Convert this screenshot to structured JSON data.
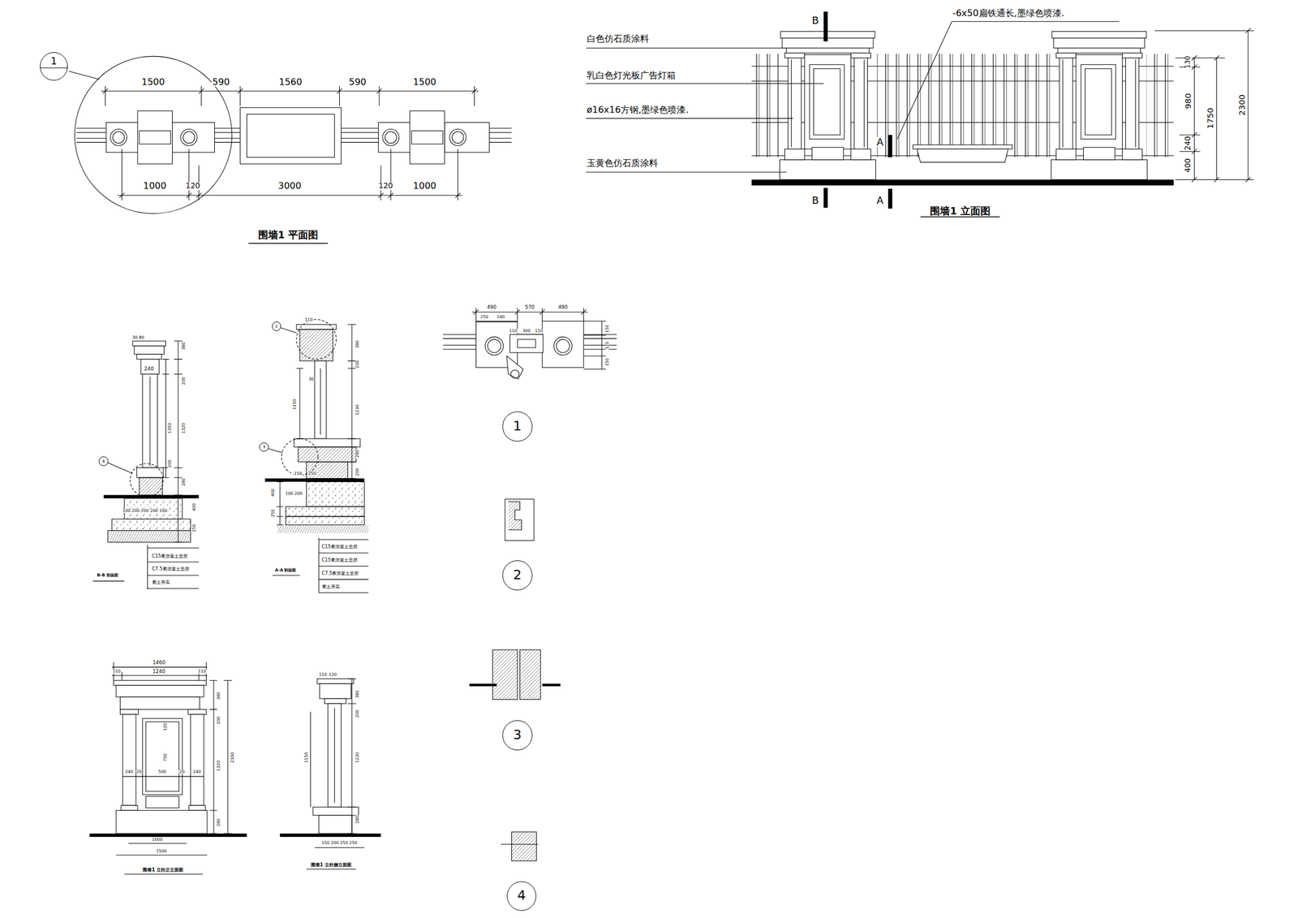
{
  "diagram": {
    "nodes": [
      {
        "text": [
          "1"
        ]
      },
      {
        "text": [
          "1"
        ]
      },
      {
        "text": [
          "2"
        ]
      },
      {
        "text": [
          "3"
        ]
      },
      {
        "text": [
          "4"
        ]
      },
      {
        "text": [
          "4"
        ]
      },
      {
        "text": [
          "2"
        ]
      },
      {
        "text": [
          "3"
        ]
      }
    ],
    "labels": [
      "1500",
      "590",
      "1560",
      "590",
      "1500",
      "1000",
      "120",
      "3000",
      "120",
      "1000",
      "围墙1 平面图",
      "白色仿石质涂料",
      "乳白色灯光板广告灯箱",
      "ø16x16方钢,墨绿色喷漆.",
      "玉黄色仿石质涂料",
      "-6x50扁铁通长,墨绿色喷漆.",
      "B",
      "A",
      "B",
      "A",
      "130",
      "980",
      "240",
      "400",
      "1750",
      "2300",
      "围墙1 立面图",
      "490",
      "570",
      "490",
      "250",
      "240",
      "110",
      "300",
      "110",
      "150",
      "120",
      "150",
      "30",
      "80",
      "240",
      "380",
      "200",
      "1350",
      "1320",
      "200",
      "280",
      "400",
      "250",
      "100 200 200 200 100",
      "C15素混凝土垫层",
      "C7.5素混凝土垫层",
      "素土夯实",
      "B-B 剖面图",
      "110",
      "380",
      "200",
      "30",
      "1150",
      "1230",
      "280",
      "200",
      "400",
      "100 200",
      "250",
      "150",
      "250",
      "C15素混凝土垫层",
      "C15素混凝土垫层",
      "C7.5素混凝土垫层",
      "素土夯实",
      "A-A 剖面图",
      "1460",
      "110",
      "1240",
      "110",
      "380",
      "200",
      "1320",
      "2300",
      "280",
      "240",
      "20",
      "500",
      "20",
      "240",
      "750",
      "120",
      "1000",
      "1500",
      "围墙1 立柱正立面图",
      "110",
      "120",
      "380",
      "200",
      "1150",
      "1230",
      "280",
      "150 200 250 250",
      "围墙1 立柱侧立面图"
    ]
  }
}
